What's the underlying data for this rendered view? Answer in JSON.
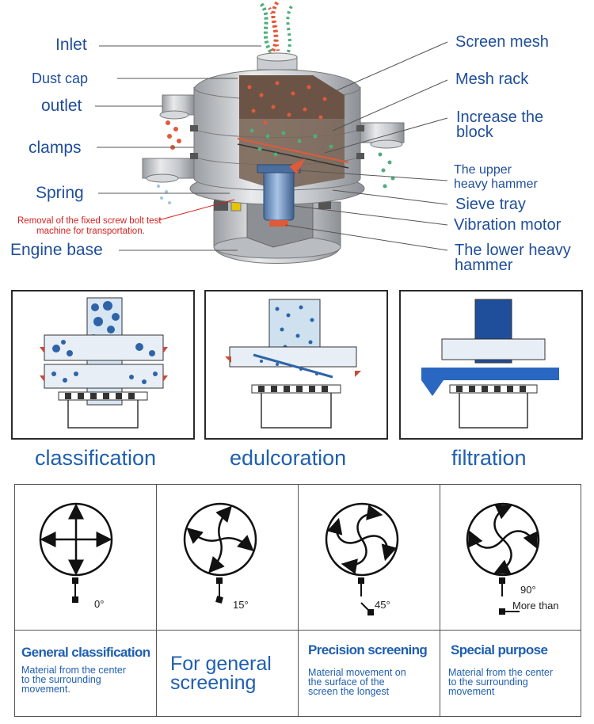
{
  "top_diagram": {
    "left_labels": [
      "Inlet",
      "Dust cap",
      "outlet",
      "clamps",
      "Spring"
    ],
    "warning": [
      "Removal of the fixed screw bolt test",
      "machine for transportation."
    ],
    "engine_base": "Engine base",
    "right_labels": {
      "screen_mesh": "Screen mesh",
      "mesh_rack": "Mesh rack",
      "increase_block": [
        "Increase the",
        "block"
      ],
      "upper_hammer": [
        "The upper",
        "heavy hammer"
      ],
      "sieve_tray": "Sieve tray",
      "vibration_motor": "Vibration motor",
      "lower_hammer": [
        "The lower heavy",
        "hammer"
      ]
    }
  },
  "applications": [
    "classification",
    "edulcoration",
    "filtration"
  ],
  "modes": [
    {
      "angle": "0°",
      "title": "General classification",
      "desc": [
        "Material from the center",
        "to the surrounding",
        "movement."
      ]
    },
    {
      "angle": "15°",
      "title": "",
      "big": [
        "For general",
        "screening"
      ]
    },
    {
      "angle": "45°",
      "title": "Precision screening",
      "desc": [
        "Material movement on",
        "the surface of the",
        "screen the longest"
      ]
    },
    {
      "angle": "90°",
      "extra": "More than",
      "title": "Special purpose",
      "desc": [
        "Material from the center",
        "to the surrounding",
        "movement"
      ]
    }
  ],
  "colors": {
    "label_blue": "#1f4e9a",
    "caption_blue": "#1f5fb0",
    "warning_red": "#d61f1f",
    "particle_red": "#e05a3a",
    "particle_green": "#4fae7a"
  }
}
